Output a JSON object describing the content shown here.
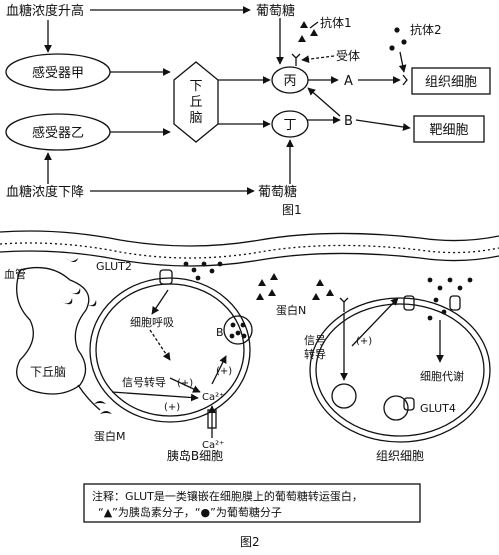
{
  "fig1": {
    "top_left": "血糖浓度升高",
    "bottom_left": "血糖浓度下降",
    "receptor_a": "感受器甲",
    "receptor_b": "感受器乙",
    "hypothalamus_1": "下",
    "hypothalamus_2": "丘",
    "hypothalamus_3": "脑",
    "node_bing": "丙",
    "node_ding": "丁",
    "node_a": "A",
    "node_b": "B",
    "glucose_top": "葡萄糖",
    "glucose_bottom": "葡萄糖",
    "antibody1": "抗体1",
    "antibody2": "抗体2",
    "receptor_label": "受体",
    "tissue_cell": "组织细胞",
    "target_cell": "靶细胞",
    "caption": "图1"
  },
  "fig2": {
    "vessel": "血管",
    "hypothalamus": "下丘脑",
    "glut2": "GLUT2",
    "respiration": "细胞呼吸",
    "signal": "信号转导",
    "plus": "(+)",
    "ca_in": "Ca²⁺",
    "ca_out": "Ca²⁺",
    "b_label": "B",
    "protein_n": "蛋白N",
    "protein_m": "蛋白M",
    "signal_2a": "信号",
    "signal_2b": "转导",
    "metabolism": "细胞代谢",
    "glut4": "GLUT4",
    "islet_cell": "胰岛B细胞",
    "tissue_cell": "组织细胞",
    "note_line1": "注释：GLUT是一类镶嵌在细胞膜上的葡萄糖转运蛋白，",
    "note_line2": "“▲”为胰岛素分子，“●”为葡萄糖分子",
    "caption": "图2"
  }
}
